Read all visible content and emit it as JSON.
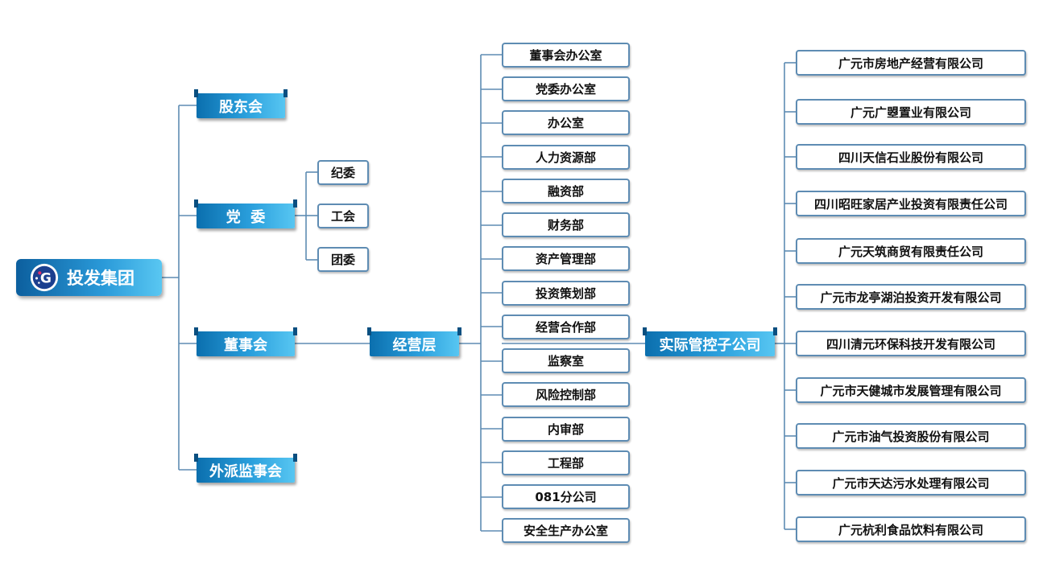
{
  "root": {
    "title": "投发集团",
    "logo_letter": "G"
  },
  "left_level": [
    {
      "label": "股东会"
    },
    {
      "label": "党  委"
    },
    {
      "label": "董事会"
    },
    {
      "label": "外派监事会"
    }
  ],
  "party_children": [
    "纪委",
    "工会",
    "团委"
  ],
  "operations": {
    "label": "经营层"
  },
  "departments": [
    "董事会办公室",
    "党委办公室",
    "办公室",
    "人力资源部",
    "融资部",
    "财务部",
    "资产管理部",
    "投资策划部",
    "经营合作部",
    "监察室",
    "风险控制部",
    "内审部",
    "工程部",
    "081分公司",
    "安全生产办公室"
  ],
  "subsidiaries_header": {
    "label": "实际管控子公司"
  },
  "subsidiaries": [
    "广元市房地产经营有限公司",
    "广元广曌置业有限公司",
    "四川天信石业股份有限公司",
    "四川昭旺家居产业投资有限责任公司",
    "广元天筑商贸有限责任公司",
    "广元市龙亭湖泊投资开发有限公司",
    "四川清元环保科技开发有限公司",
    "广元市天健城市发展管理有限公司",
    "广元市油气投资股份有限公司",
    "广元市天达污水处理有限公司",
    "广元杭利食品饮料有限公司"
  ],
  "colors": {
    "line": "#5e8cb3",
    "banner_dark": "#0b6fae",
    "banner_light": "#57c6f2"
  }
}
